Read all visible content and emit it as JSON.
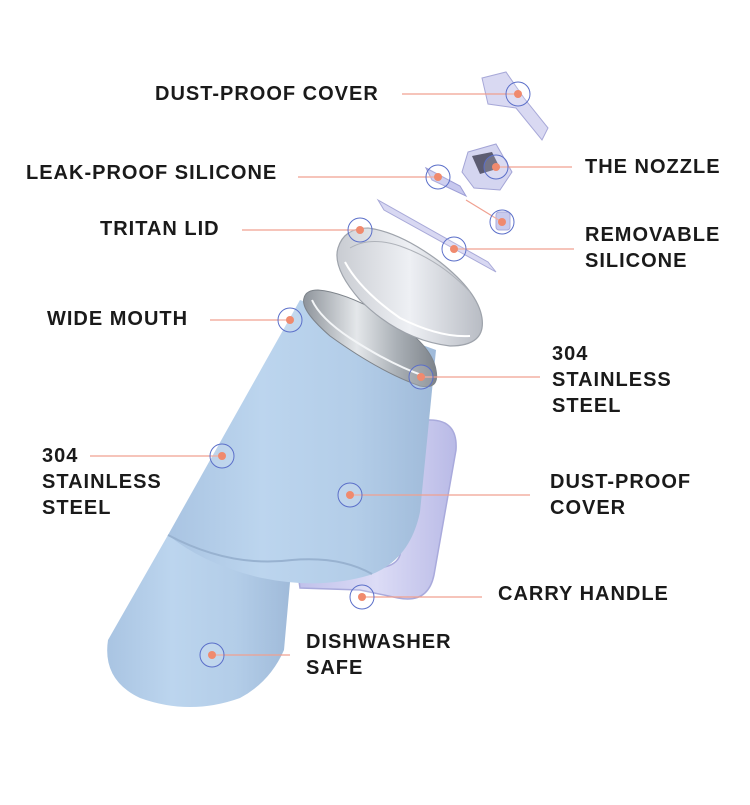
{
  "colors": {
    "leader_line": "#f0a090",
    "marker_dot": "#f08a6e",
    "marker_ring": "#5b6fc9",
    "tumbler_body": "#b6d0ea",
    "handle": "#cfcff0",
    "steel": "#b9bec4"
  },
  "labels": {
    "dust_proof_cover_top": "DUST-PROOF COVER",
    "the_nozzle": "THE NOZZLE",
    "leak_proof_silicone": "LEAK-PROOF SILICONE",
    "tritan_lid": "TRITAN LID",
    "removable_silicone": "REMOVABLE\nSILICONE",
    "wide_mouth": "WIDE MOUTH",
    "stainless_steel_inner": "304\nSTAINLESS\nSTEEL",
    "stainless_steel_outer": "304\nSTAINLESS\nSTEEL",
    "dust_proof_cover_body": "DUST-PROOF\nCOVER",
    "carry_handle": "CARRY HANDLE",
    "dishwasher_safe": "DISHWASHER\nSAFE"
  }
}
